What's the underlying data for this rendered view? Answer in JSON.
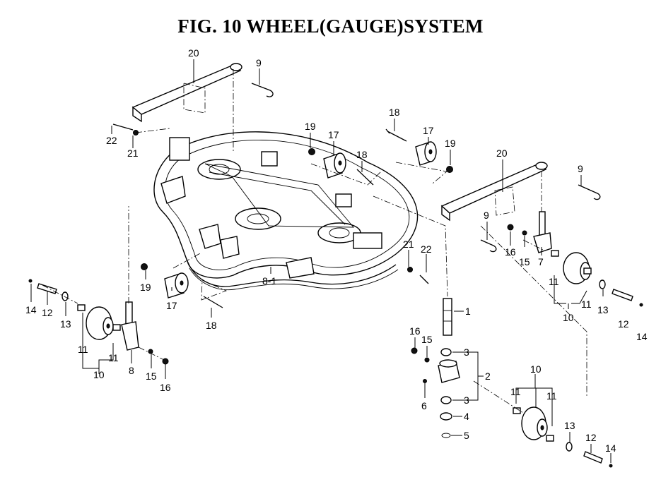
{
  "title": "FIG. 10  WHEEL(GAUGE)SYSTEM",
  "callouts": {
    "c20a": "20",
    "c9a": "9",
    "c22a": "22",
    "c21a": "21",
    "c19a": "19",
    "c17a": "17",
    "c18a": "18",
    "c17b": "17",
    "c18b": "18",
    "c19b": "19",
    "c20b": "20",
    "c9b": "9",
    "c9c": "9",
    "c16a": "16",
    "c15a": "15",
    "c7": "7",
    "c21b": "21",
    "c22b": "22",
    "c11a": "11",
    "c11b": "11",
    "c13a": "13",
    "c12a": "12",
    "c14a": "14",
    "c10a": "10",
    "c19c": "19",
    "c17c": "17",
    "c18c": "18",
    "c8_1": "8-1",
    "c14b": "14",
    "c12b": "12",
    "c13b": "13",
    "c11c": "11",
    "c11d": "11",
    "c10b": "10",
    "c8": "8",
    "c15b": "15",
    "c16b": "16",
    "c1": "1",
    "c16c": "16",
    "c15c": "15",
    "c3a": "3",
    "c2": "2",
    "c3b": "3",
    "c6": "6",
    "c4": "4",
    "c5": "5",
    "c10c": "10",
    "c11e": "11",
    "c11f": "11",
    "c13c": "13",
    "c12c": "12",
    "c14c": "14"
  }
}
